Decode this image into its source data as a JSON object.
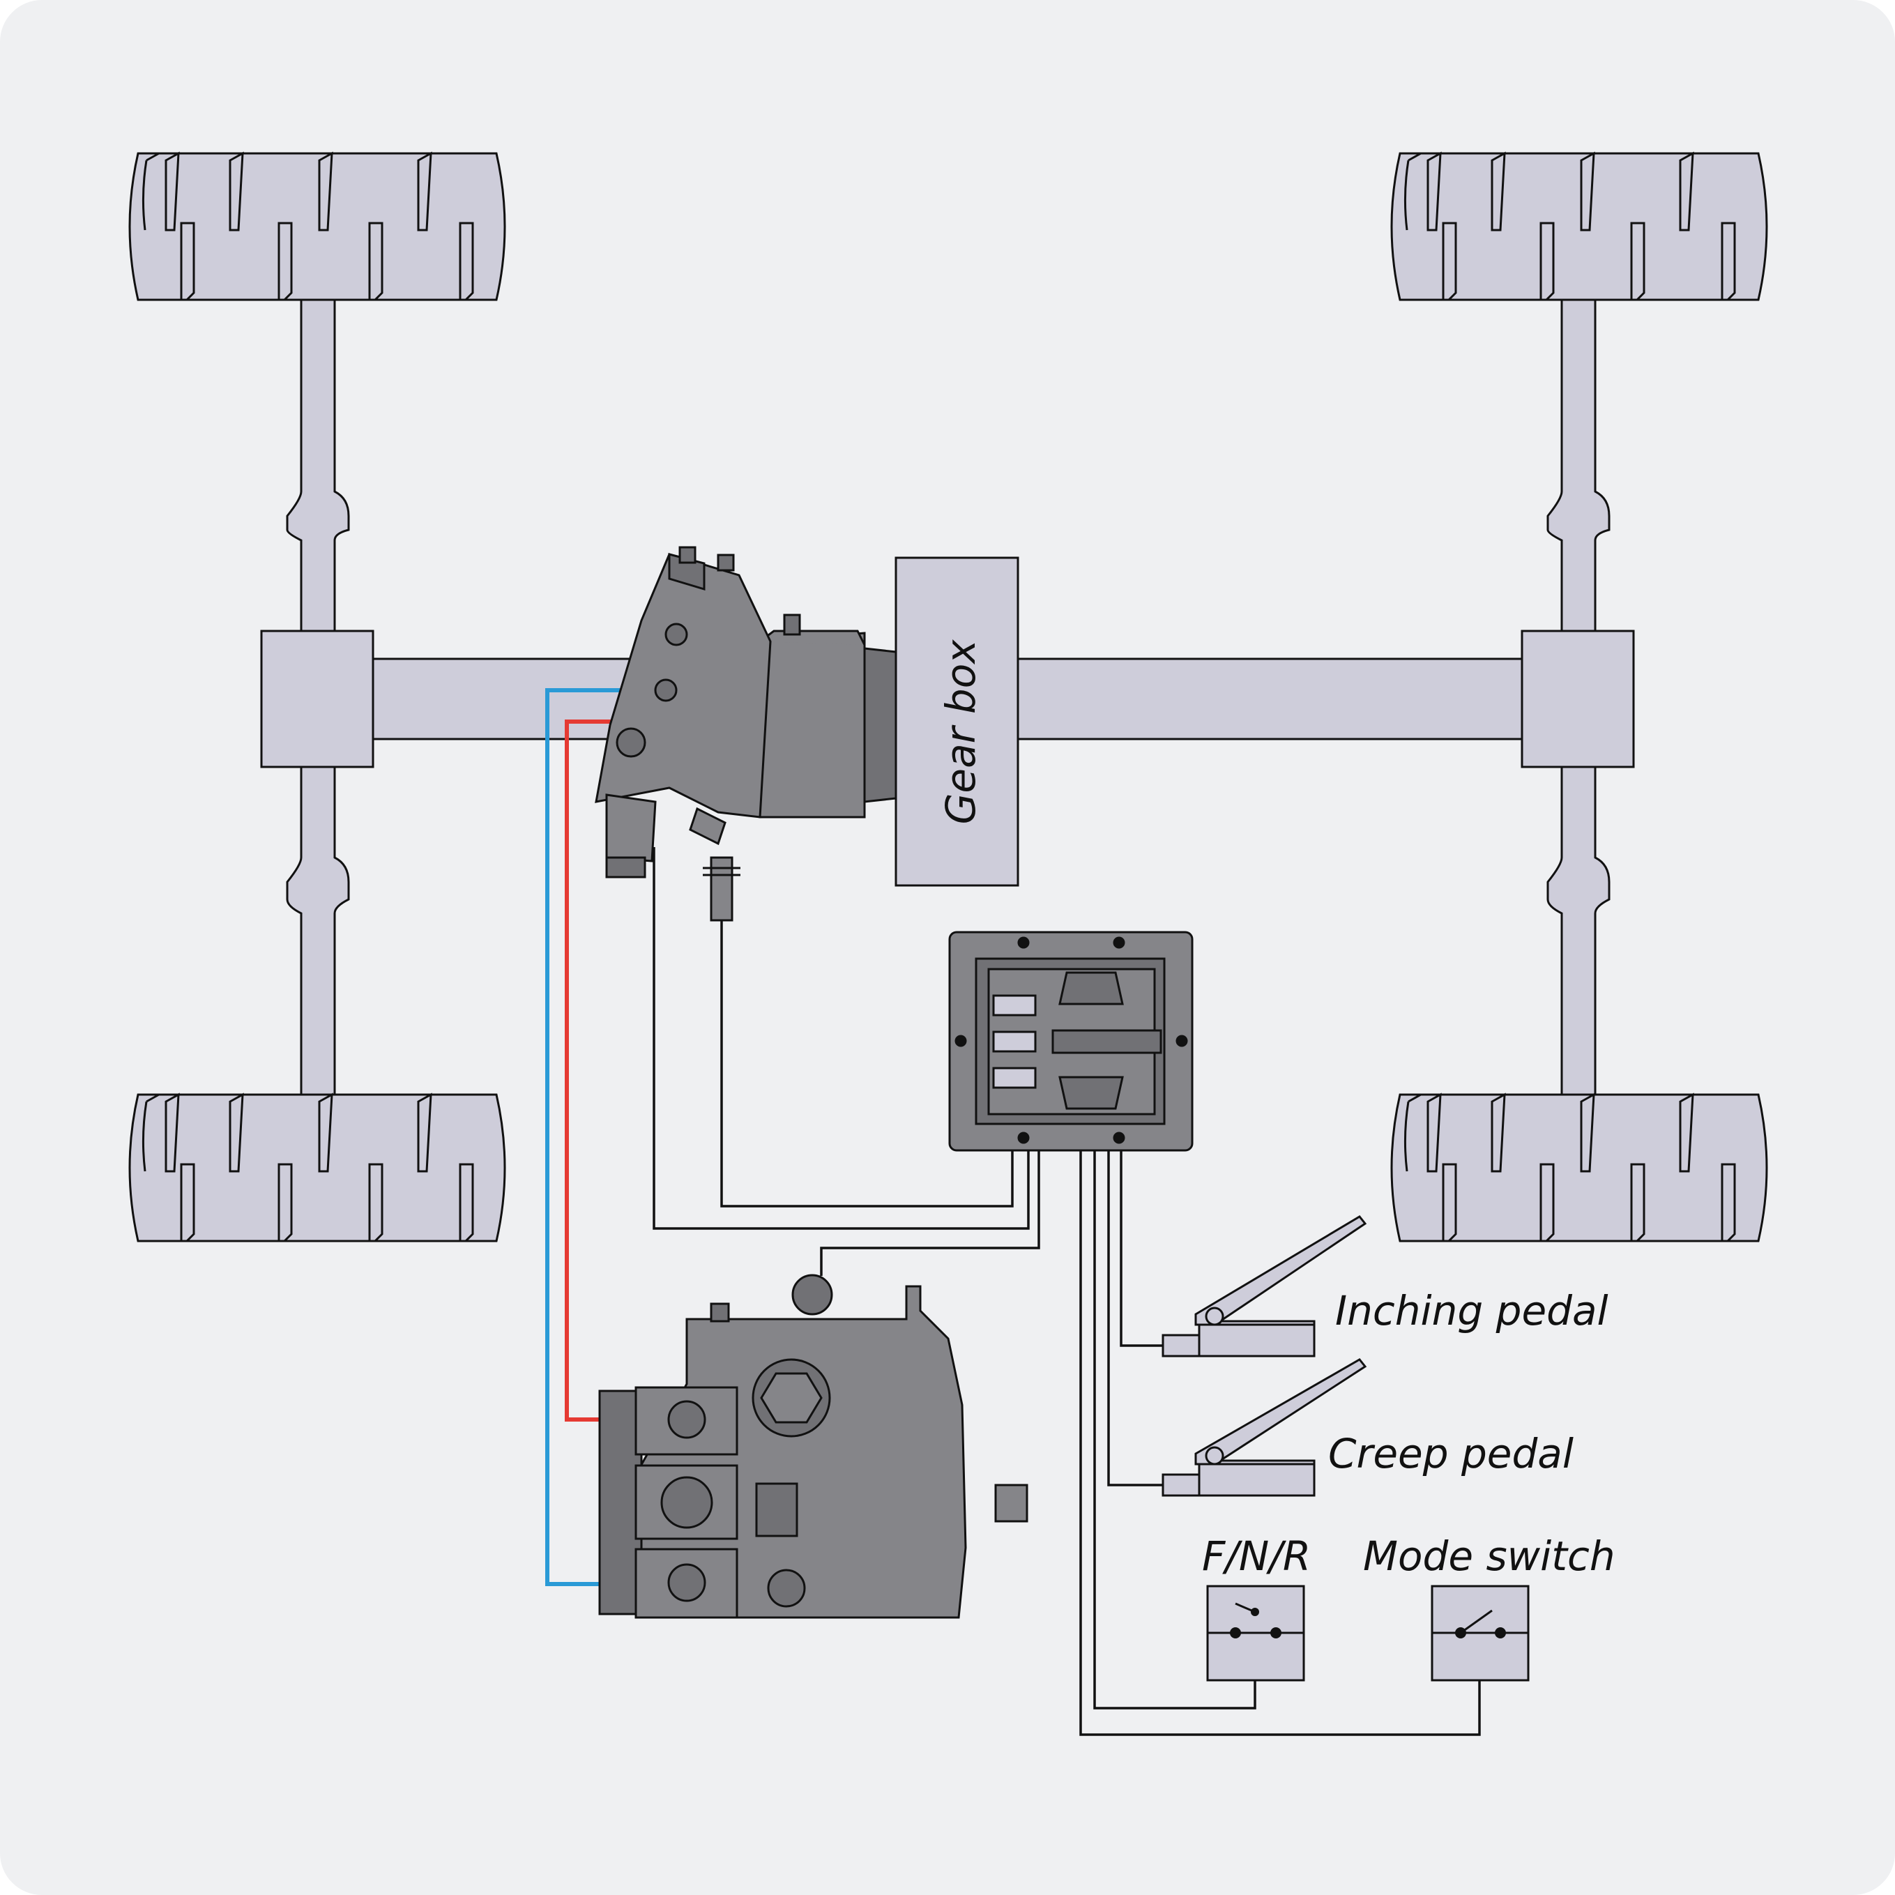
{
  "labels": {
    "gear_box": "Gear box",
    "inching_pedal": "Inching pedal",
    "creep_pedal": "Creep pedal",
    "fnr": "F/N/R",
    "mode_switch": "Mode switch"
  },
  "colors": {
    "background": "#eff0f2",
    "chassis": "#cecdda",
    "component": "#858589",
    "component_dark": "#717175",
    "wire": "#111111",
    "line_red": "#e53a33",
    "line_blue": "#2a9ad6"
  },
  "icons": {
    "wheels": "tire-tread-icon",
    "motor": "hydraulic-motor-icon",
    "pump": "hydraulic-pump-icon",
    "controller": "ecu-controller-icon",
    "speed_sensor": "speed-sensor-icon",
    "pedal": "pedal-icon",
    "switch": "toggle-switch-icon"
  }
}
